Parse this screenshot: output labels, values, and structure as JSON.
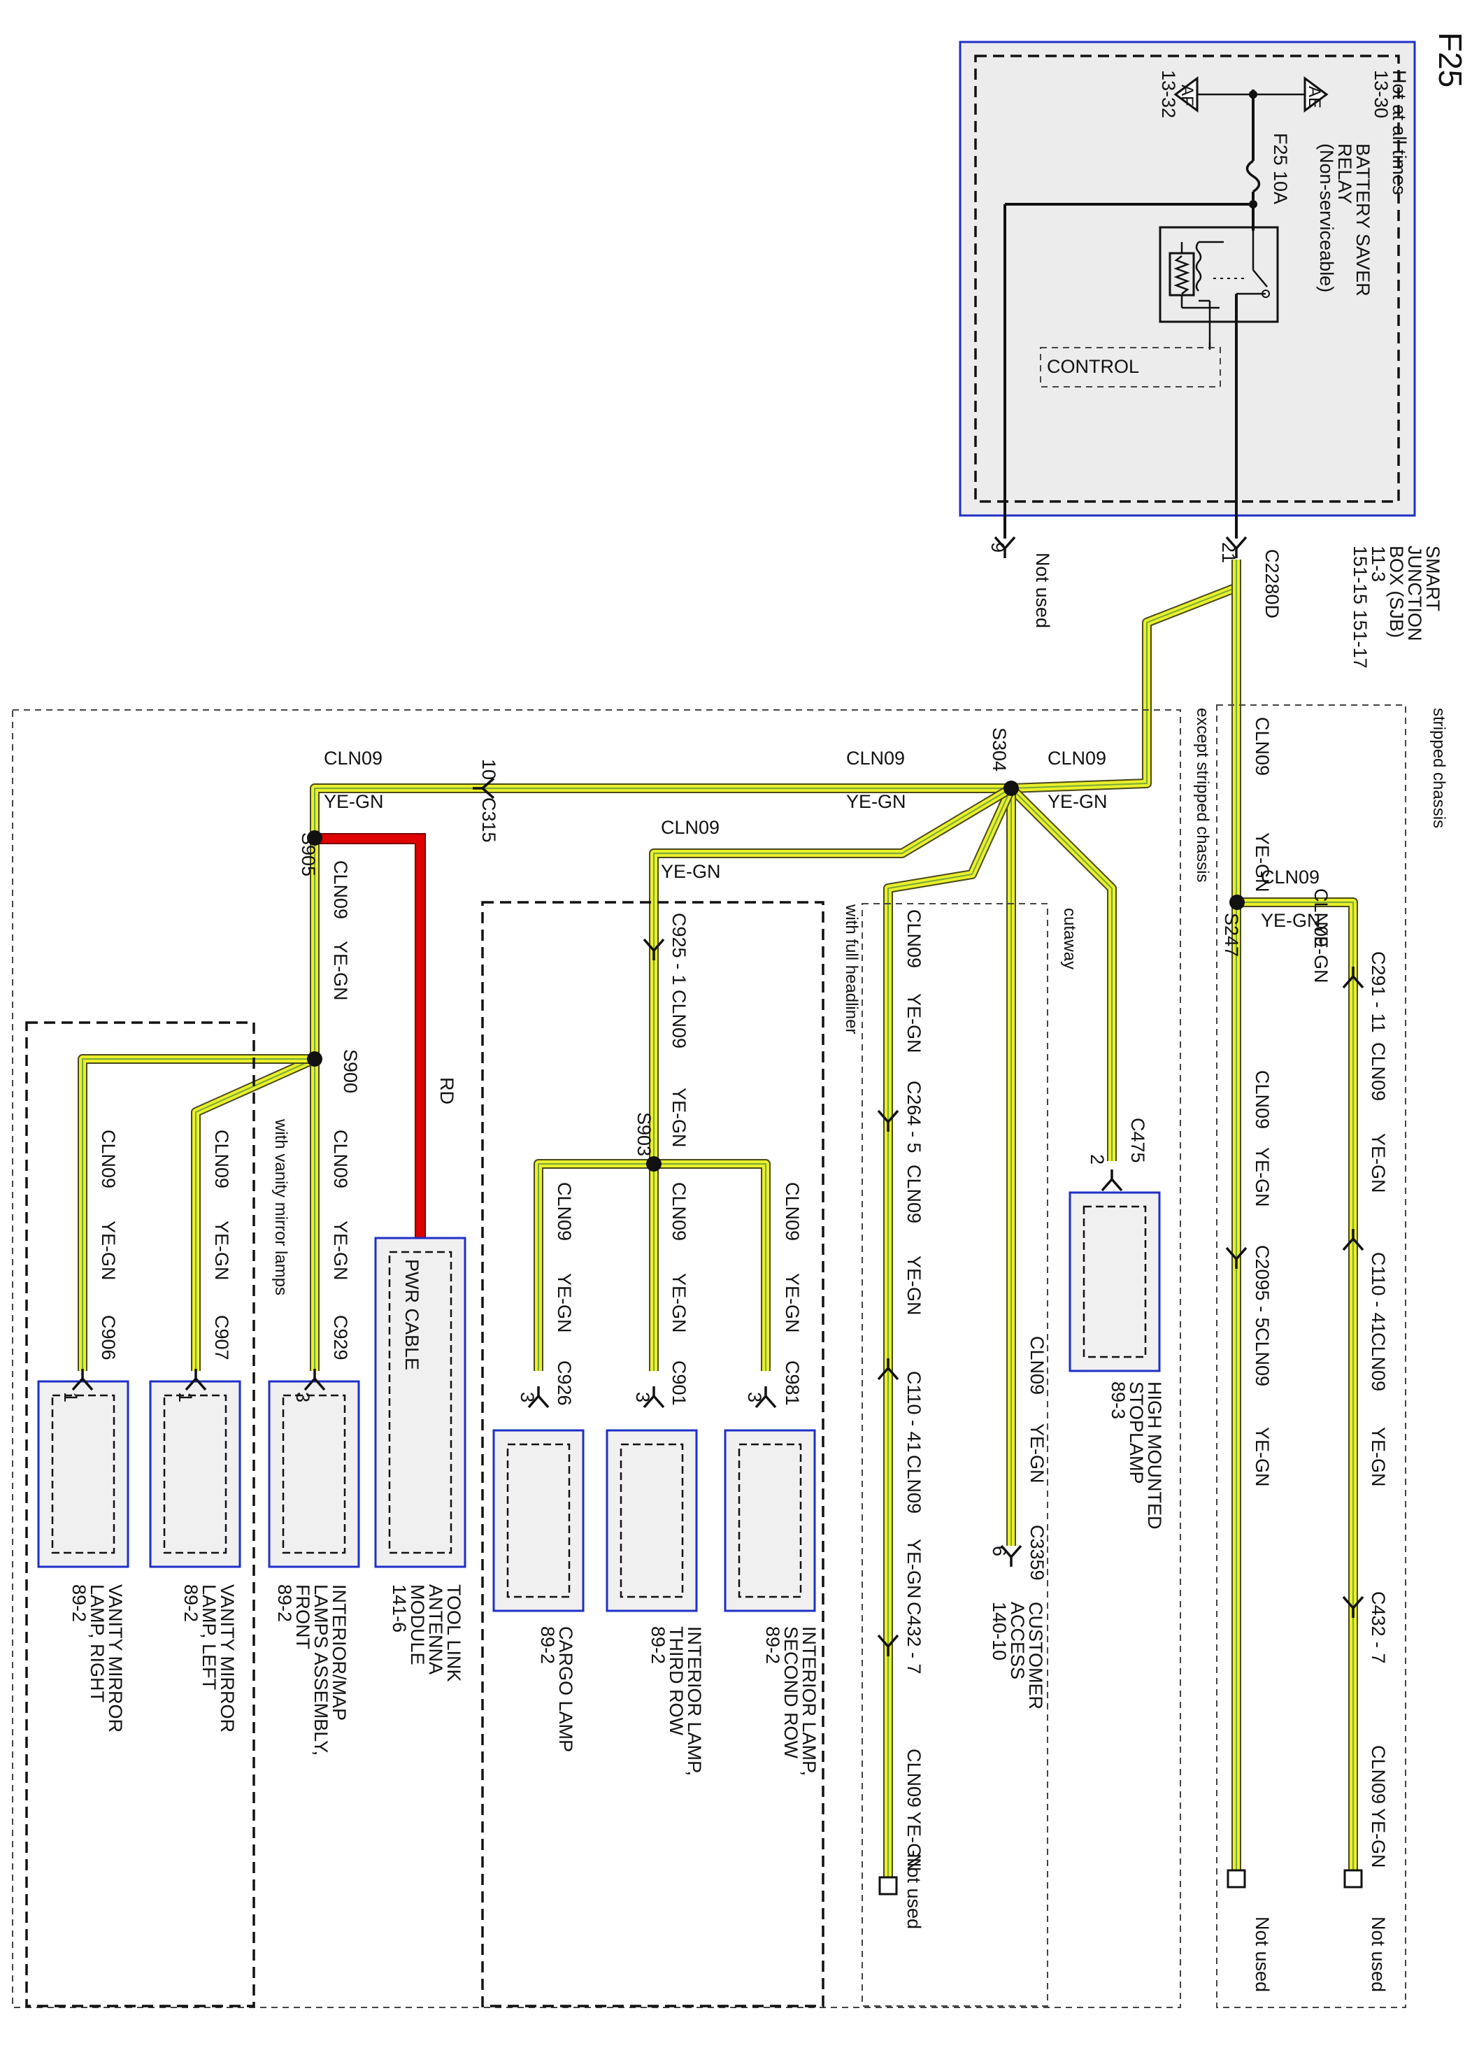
{
  "diagram": {
    "title": "F25",
    "sjb": {
      "name": [
        "SMART",
        "JUNCTION",
        "BOX (SJB)"
      ],
      "refs": [
        "11-3",
        "151-15  151-17"
      ],
      "hot_text": "Hot at all times",
      "ref_ae": "13-30",
      "label_ae": "AE",
      "ref_af": "13-32",
      "label_af": "AF",
      "fuse_label": "F25   10A",
      "relay_label": [
        "BATTERY SAVER",
        "RELAY",
        "(Non-serviceable)"
      ],
      "control_label": "CONTROL",
      "connector": "C2280D",
      "pin_21": "21",
      "pin_9": "9",
      "not_used": "Not used"
    },
    "wire": {
      "circuit": "CLN09",
      "color_code": "YE-GN",
      "red_color_code": "RD"
    },
    "regions": {
      "stripped": "stripped chassis",
      "except_stripped": "except stripped chassis",
      "cutaway": "cutaway",
      "full_headliner": "with full headliner",
      "vanity": "with vanity mirror lamps"
    },
    "splices": {
      "s304": "S304",
      "s247": "S247",
      "s903": "S903",
      "s905": "S905",
      "s900": "S900"
    },
    "connectors": {
      "c291_11": "C291 - 11",
      "c110_41": "C110 - 41",
      "c432_7": "C432 - 7",
      "c2095_5": "C2095 - 5",
      "c264_5": "C264 - 5",
      "c925_1": "C925 - 1",
      "c315": "C315",
      "pin_10": "10",
      "c475": "C475",
      "pin_2": "2",
      "c3359": "C3359",
      "pin_6": "6",
      "c981": "C981",
      "c901": "C901",
      "c926": "C926",
      "c929": "C929",
      "c907": "C907",
      "c906": "C906",
      "pin_3": "3",
      "pin_1": "1"
    },
    "components": {
      "stoplamp": [
        "HIGH MOUNTED",
        "STOPLAMP",
        "89-3"
      ],
      "customer": [
        "CUSTOMER",
        "ACCESS",
        "140-10"
      ],
      "second_row": [
        "INTERIOR LAMP,",
        "SECOND ROW",
        "89-2"
      ],
      "third_row": [
        "INTERIOR LAMP,",
        "THIRD ROW",
        "89-2"
      ],
      "cargo": [
        "CARGO LAMP",
        "89-2"
      ],
      "pwr_cable": "PWR CABLE",
      "toollink": [
        "TOOL LINK",
        "ANTENNA",
        "MODULE",
        "141-6"
      ],
      "map_lamps": [
        "INTERIOR/MAP",
        "LAMPS ASSEMBLY,",
        "FRONT",
        "89-2"
      ],
      "vanity_left": [
        "VANITY MIRROR",
        "LAMP, LEFT",
        "89-2"
      ],
      "vanity_right": [
        "VANITY MIRROR",
        "LAMP, RIGHT",
        "89-2"
      ]
    },
    "not_used": "Not used"
  }
}
